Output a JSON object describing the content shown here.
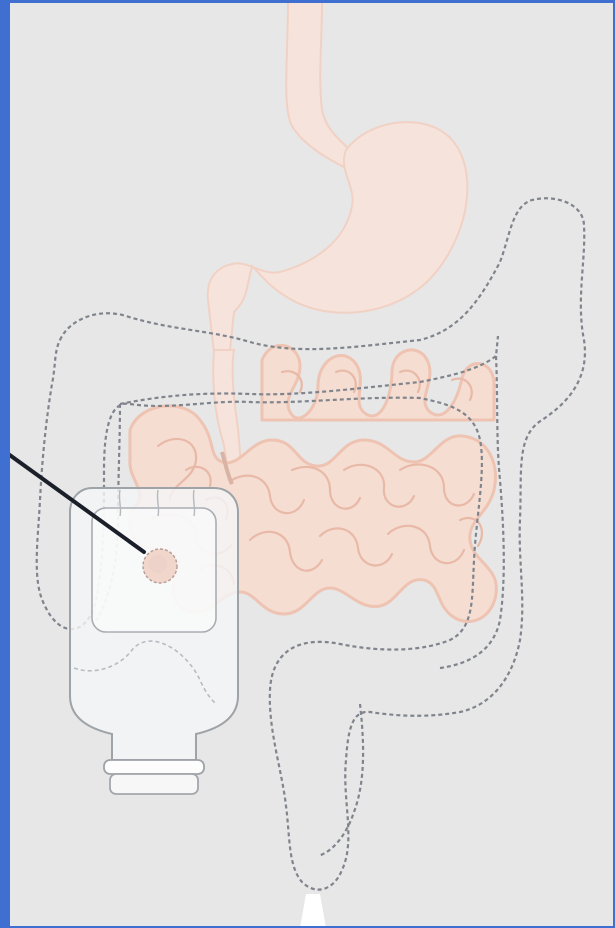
{
  "figure": {
    "description_labels": [],
    "colors": {
      "background": "#e7e7e7",
      "frame": "#3f6fd1",
      "organ_fill": "#f6e4dc",
      "organ_stroke": "#f1d1c4",
      "intestine_fill": "#f5ddd2",
      "intestine_stroke": "#efc6b6",
      "colon_outline": "#80848c",
      "pouch_fill": "#f4f5f6",
      "pouch_stroke": "#9ea3a8",
      "stoma_fill": "#f1d6cc",
      "pointer": "#1b1f2a",
      "rectum_exit": "#ffffff"
    },
    "parts": {
      "esophagus": "esophagus",
      "stomach": "stomach",
      "duodenum": "duodenum",
      "small_intestine": "small-intestine",
      "large_intestine_outline": "colon-dashed-outline",
      "ostomy_pouch": "ostomy-pouch",
      "stoma": "stoma",
      "pointer_line": "pointer-line"
    }
  }
}
